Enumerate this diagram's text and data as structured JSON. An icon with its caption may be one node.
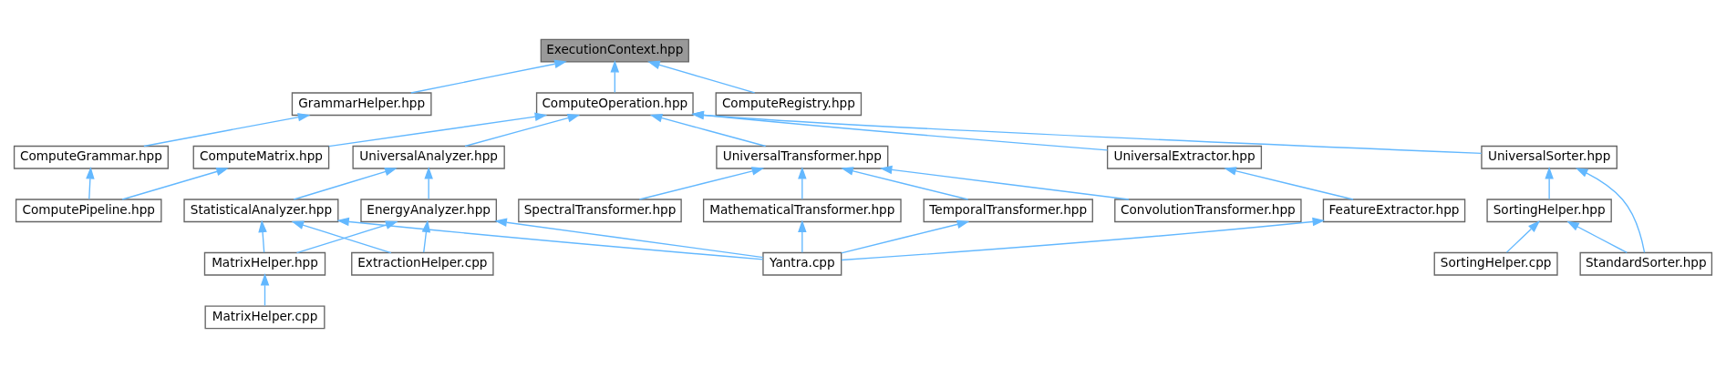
{
  "diagram": {
    "nodes": [
      {
        "text": [
          "ExecutionContext.hpp"
        ]
      },
      {
        "text": [
          "GrammarHelper.hpp"
        ]
      },
      {
        "text": [
          "ComputeOperation.hpp"
        ]
      },
      {
        "text": [
          "ComputeRegistry.hpp"
        ]
      },
      {
        "text": [
          "ComputeGrammar.hpp"
        ]
      },
      {
        "text": [
          "ComputeMatrix.hpp"
        ]
      },
      {
        "text": [
          "UniversalAnalyzer.hpp"
        ]
      },
      {
        "text": [
          "UniversalExtractor.hpp"
        ]
      },
      {
        "text": [
          "UniversalTransformer.hpp"
        ]
      },
      {
        "text": [
          "UniversalSorter.hpp"
        ]
      },
      {
        "text": [
          "ComputePipeline.hpp"
        ]
      },
      {
        "text": [
          "EnergyAnalyzer.hpp"
        ]
      },
      {
        "text": [
          "StatisticalAnalyzer.hpp"
        ]
      },
      {
        "text": [
          "FeatureExtractor.hpp"
        ]
      },
      {
        "text": [
          "MathematicalTransformer.hpp"
        ]
      },
      {
        "text": [
          "TemporalTransformer.hpp"
        ]
      },
      {
        "text": [
          "ConvolutionTransformer.hpp"
        ]
      },
      {
        "text": [
          "SpectralTransformer.hpp"
        ]
      },
      {
        "text": [
          "SortingHelper.hpp"
        ]
      },
      {
        "text": [
          "ExtractionHelper.cpp"
        ]
      },
      {
        "text": [
          "MatrixHelper.hpp"
        ]
      },
      {
        "text": [
          "Yantra.cpp"
        ]
      },
      {
        "text": [
          "SortingHelper.cpp"
        ]
      },
      {
        "text": [
          "StandardSorter.hpp"
        ]
      },
      {
        "text": [
          "MatrixHelper.cpp"
        ]
      }
    ],
    "edges": [
      {
        "from": 1,
        "to": 0,
        "arrow": "to"
      },
      {
        "from": 2,
        "to": 0,
        "arrow": "to"
      },
      {
        "from": 3,
        "to": 0,
        "arrow": "to"
      },
      {
        "from": 4,
        "to": 1,
        "arrow": "to"
      },
      {
        "from": 5,
        "to": 2,
        "arrow": "to"
      },
      {
        "from": 6,
        "to": 2,
        "arrow": "to"
      },
      {
        "from": 7,
        "to": 2,
        "arrow": "to"
      },
      {
        "from": 8,
        "to": 2,
        "arrow": "to"
      },
      {
        "from": 9,
        "to": 2,
        "arrow": "to"
      },
      {
        "from": 10,
        "to": 4,
        "arrow": "to"
      },
      {
        "from": 10,
        "to": 5,
        "arrow": "to"
      },
      {
        "from": 11,
        "to": 6,
        "arrow": "to"
      },
      {
        "from": 12,
        "to": 6,
        "arrow": "to"
      },
      {
        "from": 13,
        "to": 7,
        "arrow": "to"
      },
      {
        "from": 14,
        "to": 8,
        "arrow": "to"
      },
      {
        "from": 15,
        "to": 8,
        "arrow": "to"
      },
      {
        "from": 16,
        "to": 8,
        "arrow": "to"
      },
      {
        "from": 17,
        "to": 8,
        "arrow": "to"
      },
      {
        "from": 18,
        "to": 9,
        "arrow": "to"
      },
      {
        "from": 23,
        "to": 9,
        "arrow": "to"
      },
      {
        "from": 19,
        "to": 11,
        "arrow": "to"
      },
      {
        "from": 20,
        "to": 11,
        "arrow": "to"
      },
      {
        "from": 21,
        "to": 11,
        "arrow": "to"
      },
      {
        "from": 19,
        "to": 12,
        "arrow": "to"
      },
      {
        "from": 20,
        "to": 12,
        "arrow": "to"
      },
      {
        "from": 21,
        "to": 12,
        "arrow": "to"
      },
      {
        "from": 21,
        "to": 13,
        "arrow": "to"
      },
      {
        "from": 21,
        "to": 14,
        "arrow": "to"
      },
      {
        "from": 21,
        "to": 15,
        "arrow": "to"
      },
      {
        "from": 22,
        "to": 18,
        "arrow": "to"
      },
      {
        "from": 23,
        "to": 18,
        "arrow": "to"
      },
      {
        "from": 24,
        "to": 20,
        "arrow": "to"
      }
    ]
  }
}
